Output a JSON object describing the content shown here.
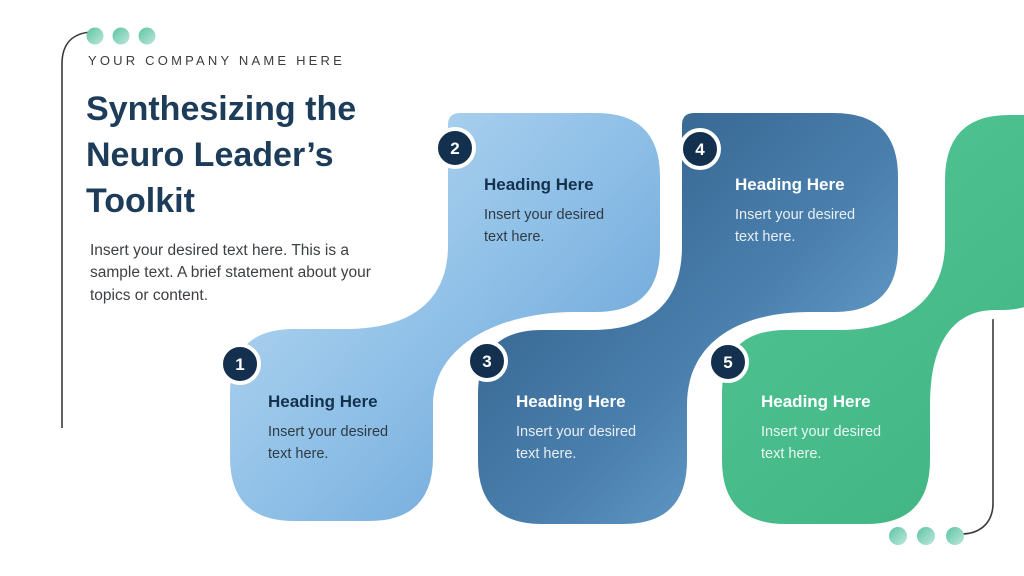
{
  "slide": {
    "company_name": "YOUR COMPANY NAME HERE",
    "title": "Synthesizing the Neuro Leader’s Toolkit",
    "description": "Insert your desired text here. This is a sample text. A brief statement about your topics or content.",
    "steps": [
      {
        "number": "1",
        "heading": "Heading Here",
        "body": "Insert your desired text here."
      },
      {
        "number": "2",
        "heading": "Heading Here",
        "body": "Insert your desired text here."
      },
      {
        "number": "3",
        "heading": "Heading Here",
        "body": "Insert your desired text here."
      },
      {
        "number": "4",
        "heading": "Heading Here",
        "body": "Insert your desired text here."
      },
      {
        "number": "5",
        "heading": "Heading Here",
        "body": "Insert your desired text here."
      }
    ],
    "colors": {
      "ribbon_light_blue_start": "#c2def4",
      "ribbon_light_blue_end": "#5f9bd3",
      "ribbon_steel_blue_start": "#2b5780",
      "ribbon_steel_blue_end": "#79b2dc",
      "ribbon_green_start": "#52c694",
      "ribbon_green_end": "#3fb381",
      "badge_fill": "#13304e",
      "title_text": "#1c3c59",
      "accent_dot_start": "#5ec3a2",
      "accent_dot_end": "#bce8dc",
      "corner_line": "#3a3a3a"
    }
  }
}
